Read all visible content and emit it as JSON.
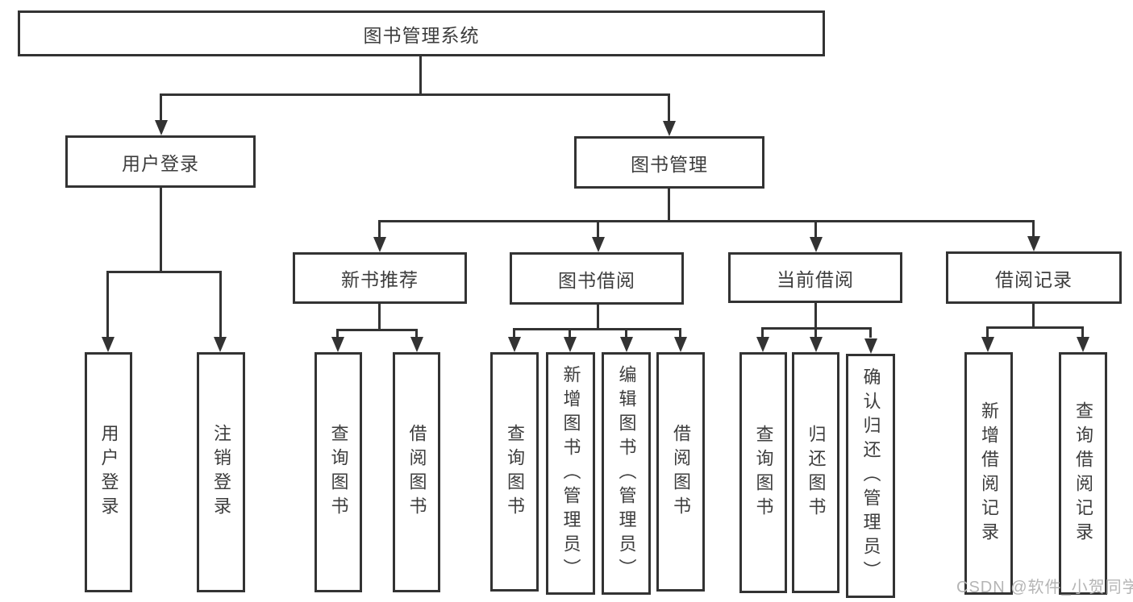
{
  "diagram": {
    "root": {
      "label": "图书管理系统"
    },
    "level2": [
      {
        "label": "用户登录",
        "children": [
          {
            "label": "用户登录"
          },
          {
            "label": "注销登录"
          }
        ]
      },
      {
        "label": "图书管理",
        "children": [
          {
            "label": "新书推荐",
            "children": [
              {
                "label": "查询图书"
              },
              {
                "label": "借阅图书"
              }
            ]
          },
          {
            "label": "图书借阅",
            "children": [
              {
                "label": "查询图书"
              },
              {
                "label": "新增图书︵管理员︶"
              },
              {
                "label": "编辑图书︵管理员︶"
              },
              {
                "label": "借阅图书"
              }
            ]
          },
          {
            "label": "当前借阅",
            "children": [
              {
                "label": "查询图书"
              },
              {
                "label": "归还图书"
              },
              {
                "label": "确认归还︵管理员︶"
              }
            ]
          },
          {
            "label": "借阅记录",
            "children": [
              {
                "label": "新增借阅记录"
              },
              {
                "label": "查询借阅记录"
              }
            ]
          }
        ]
      }
    ]
  },
  "watermark": {
    "text": "CSDN @软件_小贺同学"
  },
  "colors": {
    "line": "#333333",
    "box_border": "#333333",
    "text": "#3d3d3d",
    "watermark": "#b5b5b5",
    "background": "#ffffff"
  }
}
